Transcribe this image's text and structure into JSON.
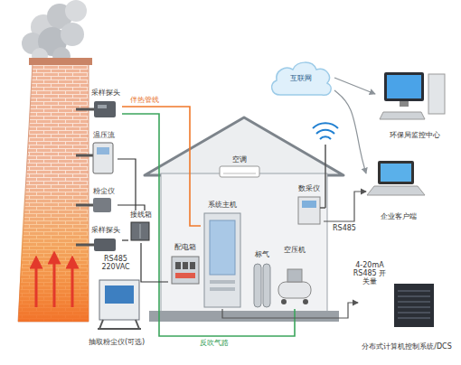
{
  "diagram": {
    "nodes": [
      {
        "text": [
          "采样探头"
        ]
      },
      {
        "text": [
          "温压流"
        ]
      },
      {
        "text": [
          "粉尘仪"
        ]
      },
      {
        "text": [
          "采样探头"
        ]
      },
      {
        "text": [
          "接线箱"
        ]
      },
      {
        "text": [
          "抽取粉尘仪(可选)"
        ]
      },
      {
        "text": [
          "空调"
        ]
      },
      {
        "text": [
          "系统主机"
        ]
      },
      {
        "text": [
          "配电箱"
        ]
      },
      {
        "text": [
          "标气"
        ]
      },
      {
        "text": [
          "空压机"
        ]
      },
      {
        "text": [
          "数采仪"
        ]
      },
      {
        "text": [
          "互联网"
        ]
      },
      {
        "text": [
          "环保局监控中心"
        ]
      },
      {
        "text": [
          "企业客户端"
        ]
      },
      {
        "text": [
          "分布式计算机控制系统/DCS"
        ]
      }
    ],
    "edges": [
      {
        "from": 0,
        "to": 7,
        "arrow": "none",
        "label": "伴热管线"
      },
      {
        "from": 10,
        "to": 0,
        "arrow": "none",
        "label": "反吹气路"
      },
      {
        "from": 1,
        "to": 4,
        "arrow": "none"
      },
      {
        "from": 2,
        "to": 4,
        "arrow": "none"
      },
      {
        "from": 3,
        "to": 4,
        "arrow": "none"
      },
      {
        "from": 4,
        "to": 8,
        "arrow": "none",
        "label": "RS485 220VAC"
      },
      {
        "from": 12,
        "to": 13,
        "arrow": "to"
      },
      {
        "from": 12,
        "to": 14,
        "arrow": "to"
      },
      {
        "from": 11,
        "to": 14,
        "arrow": "to",
        "label": "RS485"
      },
      {
        "from": 7,
        "to": 15,
        "arrow": "to",
        "label": "4-20mA RS485 开关量"
      }
    ]
  }
}
